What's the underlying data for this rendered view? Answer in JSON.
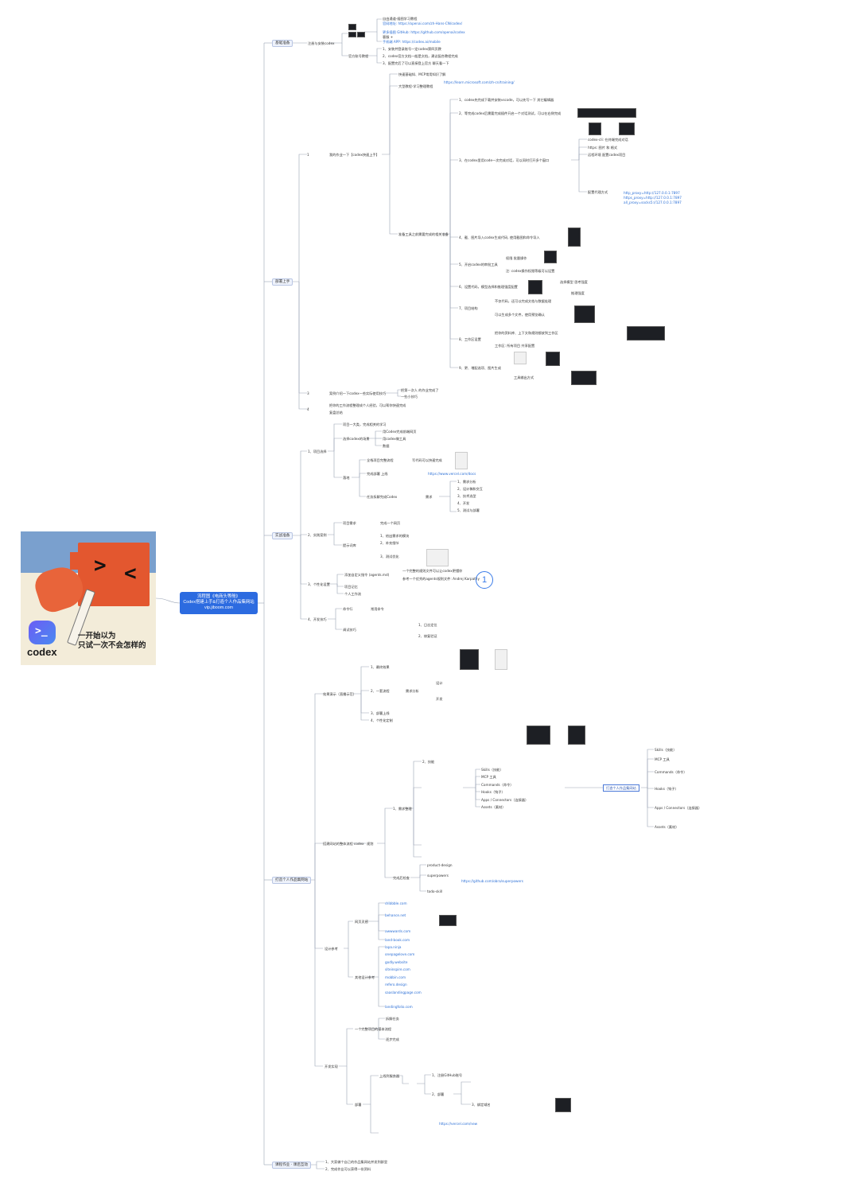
{
  "cover": {
    "brand": "codex",
    "tagline_1": "一开始以为",
    "tagline_2": "只试一次不会怎样的",
    "logo_glyph": ">_",
    "eye_left": ">",
    "eye_right": "<",
    "colors": {
      "bg_top": "#7aa0ce",
      "robot": "#e3572f",
      "cream": "#f3ecd9",
      "logo": "#5b6cf4"
    }
  },
  "root": {
    "line1": "流程图《电商头等舱》",
    "line2": "Codex搭建上手&打造个人作品集网站",
    "line3": "vip.jiboom.com"
  },
  "badge": "1",
  "branches": [
    "基础准备",
    "部署上手",
    "实战准备",
    "打造个人作品集网站",
    "课程作业 · 课后互动"
  ],
  "nodes": {
    "b1_tools": "注册与安装codex",
    "b1_tools_sub": "官方账号教程",
    "b1_src1": "自由通道-插图学习教程",
    "b1_src2": "官网地址: https://openai.com/zh-Hans-CN/codex/",
    "b1_src3": "更多插图 GitHub: https://github.com/openai/codex",
    "b1_src4": "客服 +",
    "b1_src5": "手机端 APP: https://codex.ai/mobile",
    "b1_n1": "1、安装并登录账号一定codex第四页教",
    "b1_n2": "2、codex官方文档一般是文档，建议配合教程完成",
    "b1_n3": "3、配置完后了可以直接登上官方 聊天看一下",
    "b2_n1": "1",
    "b2_n1_label": "我的作业一下【codex快速上手】",
    "b2_n1_a": "快速基础知、MCP常用知识了解",
    "b2_n1_b": "大型教程-学习整理教程",
    "b2_n1_b_link": "https://learn.microsoft.com/zh-cn/training/",
    "b2_n1_c": "准备工具之前需要完成的相关准备",
    "b2_s1": "1、codex先完成下载并安装vscode，可以先写一下 其它编辑器",
    "b2_s2": "2、等完成codex后需要完成插件开启一个对话测试，可以在右侧完成",
    "b2_s3": "3、在codex里用code一次完成对话，可以同时打开多个窗口",
    "b2_s3_a": "codex-cli: 在终端完成对话",
    "b2_s3_b": "https: 图片 和 格式",
    "b2_s3_c": "远程环境 配置codex项目",
    "b2_s3_proxy": "配置代理方式",
    "b2_proxy_1": "http_proxy=http://127.0.0.1:7897",
    "b2_proxy_2": "https_proxy=http://127.0.0.1:7897",
    "b2_proxy_3": "all_proxy=socks5://127.0.0.1:7897",
    "b2_s4": "4、截、图片导入codex生成代码, 使用截图和命令导入",
    "b2_s5": "5、开启codex的审批工具",
    "b2_s5_a": "权限 批量操作",
    "b2_s5_b": "注: codex操作权限等级可以设置",
    "b2_s6": "6、设置代码，模型选择和推理强度配置",
    "b2_s6_a": "选择模型 思考强度",
    "b2_s6_b": "推理强度",
    "b2_s7": "7、项目结构",
    "b2_s7_a": "不仅代码，还可以完成文档与数据处理",
    "b2_s7_b": "可以生成多个文件，使用预览确认",
    "b2_s8": "8、工作区设置",
    "b2_s8_a": "把你的资料库、上下文和规则都放到工作区",
    "b2_s8_b": "工作区: 所有项目 共享配置",
    "b2_s9": "9、更、增配选项、图片生成",
    "b2_s9_a": "工具输出方式",
    "b2_n3": "3",
    "b2_n3_label": "案例介绍一下codex一些实际使用技巧",
    "b2_n3_a": "把第一次人 的作业完成了",
    "b2_n3_b": "一些小技巧",
    "b2_n4": "4",
    "b2_n4_a": "把你的工作流程整理成个人经验，可以帮你快速完成",
    "b2_n4_b": "复盘总结",
    "b3_g1": "1、项目选择",
    "b3_g1_a": "项目一大类，完成相关的学习",
    "b3_g1_b": "选择codex的场景",
    "b3_g1_b1": "用Codex完成前端网页",
    "b3_g1_b2": "用codex做工具",
    "b3_g1_b3": "数据",
    "b3_g1_c": "落地",
    "b3_g1_c1": "全栈项目完整流程",
    "b3_g1_c1a": "写代码可以快速完成",
    "b3_g1_c2": "完成部署 上线",
    "b3_g1_c2_link": "https://www.vercel.com/docs",
    "b3_g1_c3": "任务拆解完成Codex",
    "b3_g1_c3a": "需求",
    "b3_list_1": "1、需求分析",
    "b3_list_2": "2、设计稿和交互",
    "b3_list_3": "3、技术选型",
    "b3_list_4": "4、开发",
    "b3_list_5": "5、测试与部署",
    "b3_g2": "2、实践案例",
    "b3_g2_a": "项目需求",
    "b3_g2_a1": "完成一个网页",
    "b3_g2_b": "提示词库",
    "b3_g2_b1": "1、给出需求的模块",
    "b3_g2_b2": "2、补充细节",
    "b3_g2_b3": "3、测试优化",
    "b3_g3": "3、个性化设置",
    "b3_g3_a": "添加自定义指令 (agents.md)",
    "b3_g3_a1": "一个完整的规则文件可以让codex更懂你",
    "b3_g3_a2": "参考一个优秀的agents规则文件: Andrej Karpathy",
    "b3_g3_b": "项目记忆",
    "b3_g3_c": "个人工作流",
    "b3_g4": "4、开发技巧",
    "b3_g4_a": "命令行",
    "b3_g4_a1": "常用命令",
    "b3_g4_b": "调试技巧",
    "b3_g4_b1": "1、日志定位",
    "b3_g4_b2": "2、修复验证",
    "b4_a": "效果演示（直播示范）",
    "b4_a1": "1、最终效果",
    "b4_a2": "2、一套流程",
    "b4_a2_a": "需求分析",
    "b4_a2_b": "设计",
    "b4_a2_c": "开发",
    "b4_a3": "3、部署上线",
    "b4_a4": "4、个性化定制",
    "b4_b": "搭建网站的整体流程 codex",
    "b4_b_sub": "规划",
    "b4_b_1": "1、需求整理",
    "b4_b_2": "2、技能",
    "b4_skill_1": "Skills（技能）",
    "b4_skill_2": "MCP 工具",
    "b4_skill_3": "Commands（命令）",
    "b4_skill_4": "Hooks（钩子）",
    "b4_skill_5": "Apps / Connectors（连接器）",
    "b4_skill_6": "Assets（素材）",
    "b4_center_box": "打造个人作品集网站",
    "b4_right_1": "Skills（技能）",
    "b4_right_2": "MCP 工具",
    "b4_right_3": "Commands（命令）",
    "b4_right_4": "Hooks（钩子）",
    "b4_right_5": "Apps / Connectors（连接器）",
    "b4_right_6": "Assets（素材）",
    "b4_c": "完成后检查",
    "b4_c_1": "product-design",
    "b4_c_2": "superpowers",
    "b4_c_3": "todo-skill",
    "b4_c_link": "https://github.com/obra/superpowers",
    "b4_d": "设计参考",
    "b4_d_1": "网页灵感",
    "b4_d_2": "其他设计参考",
    "b4_refs": [
      "dribbble.com",
      "behance.net",
      "awwwards.com",
      "land-book.com",
      "lapa.ninja",
      "onepagelove.com",
      "godly.website",
      "siteinspire.com",
      "mobbin.com",
      "refero.design",
      "saaslandingpage.com",
      "landingfolio.com"
    ],
    "b4_e": "开发实现",
    "b4_e_1": "一个完整项目的基本流程",
    "b4_e_2": "拆解任务",
    "b4_e_3": "逐步完成",
    "b4_f": "部署",
    "b4_f_1": "上线到服务器",
    "b4_f_2": "1、注册GitHub账号",
    "b4_f_3": "2、部署",
    "b4_f_4": "3、绑定域名",
    "b4_f_link": "https://vercel.com/new",
    "b5_a": "1、大家做个自己的作品集网站并发到群里",
    "b5_b": "2、完成作业可以获得一份资料"
  }
}
